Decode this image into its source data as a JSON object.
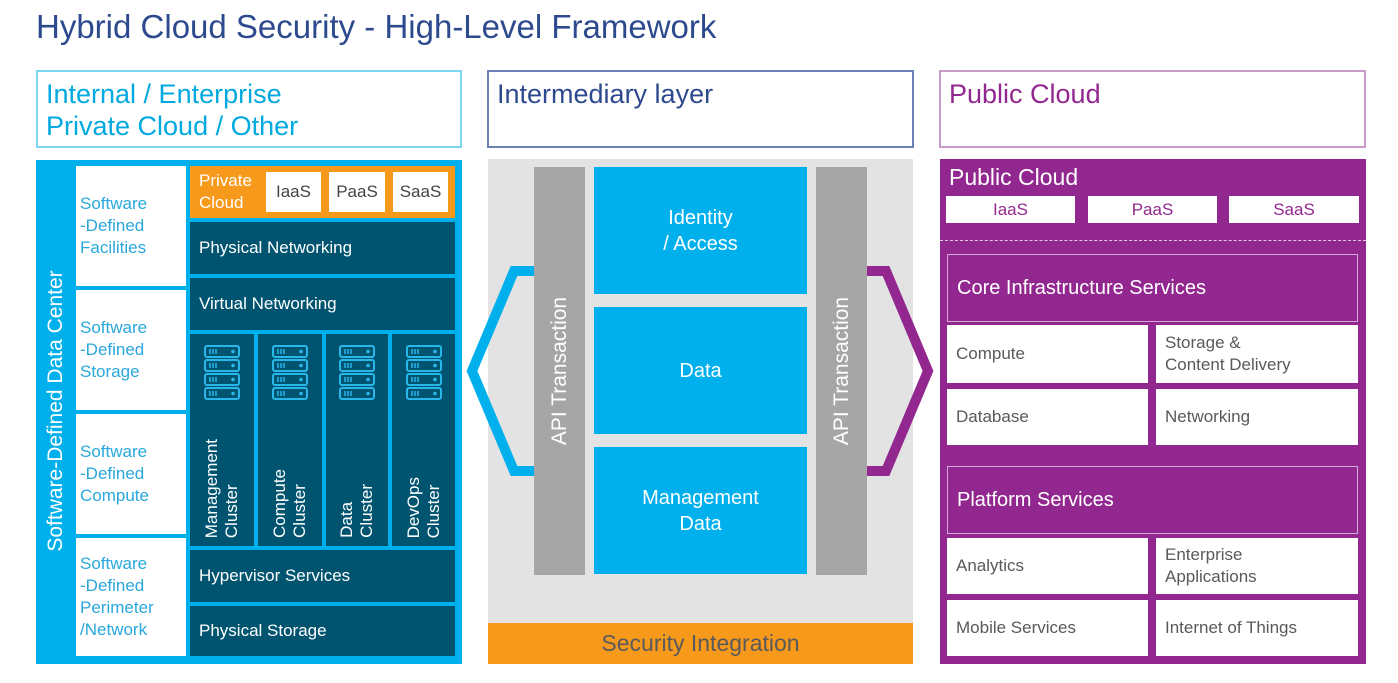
{
  "title": "Hybrid Cloud Security - High-Level Framework",
  "headers": {
    "internal_line1": "Internal / Enterprise",
    "internal_line2": "Private Cloud / Other",
    "intermediary": "Intermediary layer",
    "public": "Public Cloud"
  },
  "internal": {
    "vertical_label": "Software-Defined Data Center",
    "sdf": [
      {
        "l1": "Software",
        "l2": "-Defined",
        "l3": "Facilities",
        "l4": ""
      },
      {
        "l1": "Software",
        "l2": "-Defined",
        "l3": "Storage",
        "l4": ""
      },
      {
        "l1": "Software",
        "l2": "-Defined",
        "l3": "Compute",
        "l4": ""
      },
      {
        "l1": "Software",
        "l2": "-Defined",
        "l3": "Perimeter",
        "l4": "/Network"
      }
    ],
    "private_cloud_l1": "Private",
    "private_cloud_l2": "Cloud",
    "private_chips": [
      "IaaS",
      "PaaS",
      "SaaS"
    ],
    "physical_networking": "Physical Networking",
    "virtual_networking": "Virtual Networking",
    "clusters": [
      {
        "l1": "Management",
        "l2": "Cluster"
      },
      {
        "l1": "Compute",
        "l2": "Cluster"
      },
      {
        "l1": "Data",
        "l2": "Cluster"
      },
      {
        "l1": "DevOps",
        "l2": "Cluster"
      }
    ],
    "hypervisor": "Hypervisor Services",
    "physical_storage": "Physical Storage"
  },
  "intermediary": {
    "api_left": "API Transaction",
    "api_right": "API Transaction",
    "blocks": [
      {
        "l1": "Identity",
        "l2": "/ Access"
      },
      {
        "l1": "Data",
        "l2": ""
      },
      {
        "l1": "Management",
        "l2": "Data"
      }
    ],
    "security_integration": "Security Integration"
  },
  "public": {
    "panel_title": "Public Cloud",
    "chips": [
      "IaaS",
      "PaaS",
      "SaaS"
    ],
    "core_infra": "Core Infrastructure Services",
    "core_cells": [
      {
        "l1": "Compute",
        "l2": ""
      },
      {
        "l1": "Storage &",
        "l2": "Content Delivery"
      },
      {
        "l1": "Database",
        "l2": ""
      },
      {
        "l1": "Networking",
        "l2": ""
      }
    ],
    "platform": "Platform Services",
    "platform_cells": [
      {
        "l1": "Analytics",
        "l2": ""
      },
      {
        "l1": "Enterprise",
        "l2": "Applications"
      },
      {
        "l1": "Mobile Services",
        "l2": ""
      },
      {
        "l1": "Internet of Things",
        "l2": ""
      }
    ]
  },
  "colors": {
    "accent_blue": "#00b0ec",
    "dark_teal": "#005470",
    "orange": "#f79a1b",
    "purple": "#92278f",
    "title_navy": "#2e4a8e",
    "grey": "#a6a6a6"
  },
  "icons": [
    "server-rack-icon",
    "left-connector-arrow",
    "right-connector-arrow"
  ]
}
